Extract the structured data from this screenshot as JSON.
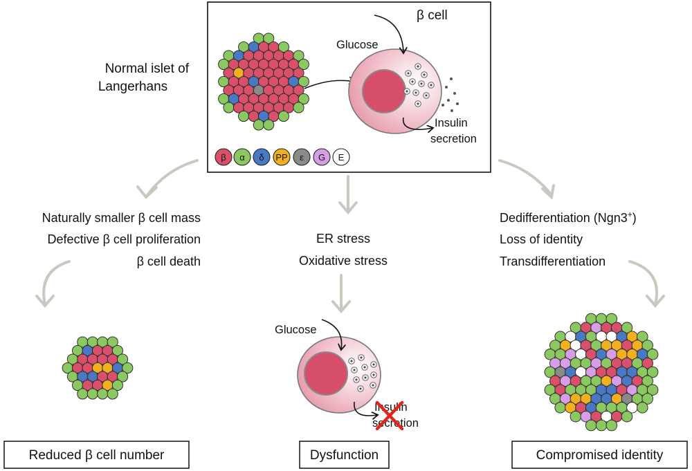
{
  "palette": {
    "beta": "#d9506b",
    "alpha": "#8cc862",
    "delta": "#4a79c4",
    "pp": "#f2b021",
    "epsilon": "#8a8a8a",
    "g": "#d79ee6",
    "e": "#ffffff",
    "arrow": "#c9c9bf",
    "cellBody": "#f2b8c4",
    "nucleus": "#d64e6a"
  },
  "top": {
    "islet_label_line1": "Normal islet of",
    "islet_label_line2": "Langerhans",
    "beta_cell_title": "β cell",
    "glucose": "Glucose",
    "insulin_line1": "Insulin",
    "insulin_line2": "secretion"
  },
  "legend": [
    {
      "label": "β",
      "color": "#d9506b"
    },
    {
      "label": "α",
      "color": "#8cc862"
    },
    {
      "label": "δ",
      "color": "#4a79c4"
    },
    {
      "label": "PP",
      "color": "#f2b021"
    },
    {
      "label": "ε",
      "color": "#8a8a8a"
    },
    {
      "label": "G",
      "color": "#d79ee6"
    },
    {
      "label": "E",
      "color": "#ffffff"
    }
  ],
  "left": {
    "lines": [
      "Naturally smaller β cell mass",
      "Defective β cell proliferation",
      "β cell death"
    ],
    "outcome": "Reduced β cell number"
  },
  "middle": {
    "lines": [
      "ER stress",
      "Oxidative stress"
    ],
    "glucose": "Glucose",
    "insulin_line1": "Insulin",
    "insulin_line2": "secretion",
    "outcome": "Dysfunction"
  },
  "right": {
    "line1_main": "Dedifferentiation (Ngn3",
    "line1_sup": "+",
    "line1_end": ")",
    "lines": [
      "Loss of identity",
      "Transdifferentiation"
    ],
    "outcome": "Compromised identity"
  }
}
